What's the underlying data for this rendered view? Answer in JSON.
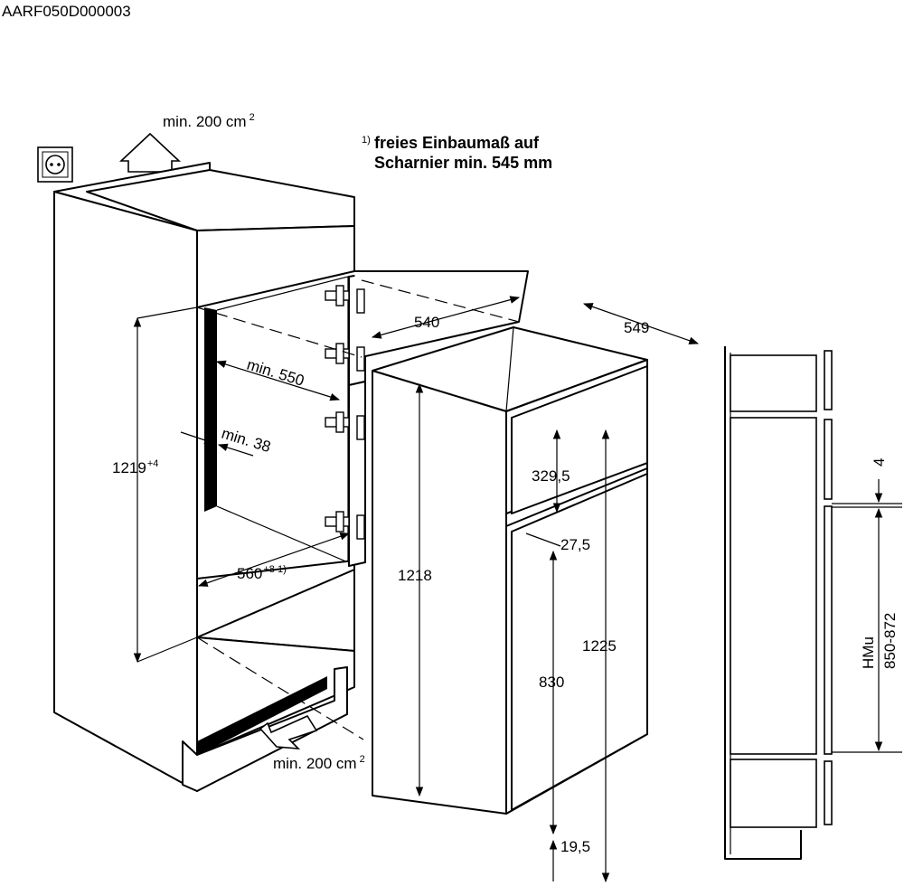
{
  "doc_id": "AARF050D000003",
  "vent_top": {
    "value": "min. 200 cm",
    "sup": "2"
  },
  "vent_bottom": {
    "value": "min. 200 cm",
    "sup": "2"
  },
  "note": {
    "marker": "1)",
    "line1": "freies Einbaumaß auf",
    "line2": "Scharnier min. 545 mm"
  },
  "dimensions": {
    "niche_height": {
      "value": "1219",
      "sup": "+4"
    },
    "min_depth": "min. 550",
    "min_gap": "min. 38",
    "niche_width": {
      "value": "560",
      "sup": "+8 1)"
    },
    "door_depth": "540",
    "total_depth": "549",
    "body_height": "1218",
    "total_height": "1225",
    "upper_door": "329,5",
    "door_gap": "27,5",
    "lower_door": "830",
    "bottom_offset": "19,5",
    "side_gap": "4",
    "hmu_label": "HMu",
    "hmu_range": "850-872"
  },
  "icons": [
    "power-socket-icon",
    "air-inlet-arrow-icon",
    "air-outlet-arrow-icon"
  ]
}
